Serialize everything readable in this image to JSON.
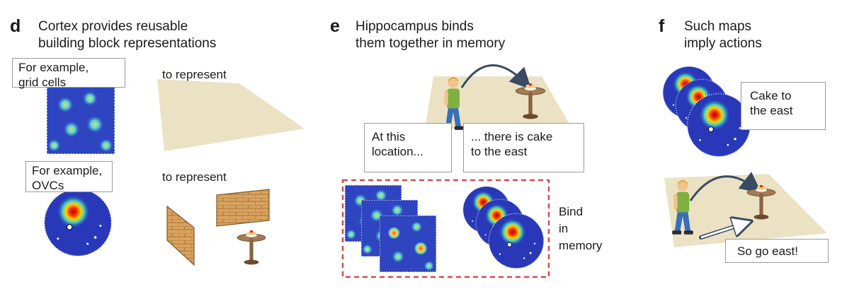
{
  "panel_d": {
    "letter": "d",
    "title_line1": "Cortex provides reusable",
    "title_line2": "building block representations",
    "grid_box": [
      "For example,",
      "grid cells"
    ],
    "ovc_box": [
      "For example,",
      "OVCs"
    ],
    "to_represent_1": "to represent",
    "to_represent_2": "to represent"
  },
  "panel_e": {
    "letter": "e",
    "title_line1": "Hippocampus binds",
    "title_line2": "them together in memory",
    "location_box": [
      "At this",
      "location..."
    ],
    "cake_box": [
      "... there is cake",
      "to the east"
    ],
    "bind_label": [
      "Bind",
      "in",
      "memory"
    ]
  },
  "panel_f": {
    "letter": "f",
    "title_line1": "Such maps",
    "title_line2": "imply actions",
    "cake_box": [
      "Cake to",
      "the east"
    ],
    "go_box": "So go east!"
  },
  "colors": {
    "floor": "#ebe2c3",
    "map_bg": "#2838b8",
    "dashed_red": "#d44a4a",
    "arrow": "#3a4a62",
    "brick": "#d8a260"
  }
}
